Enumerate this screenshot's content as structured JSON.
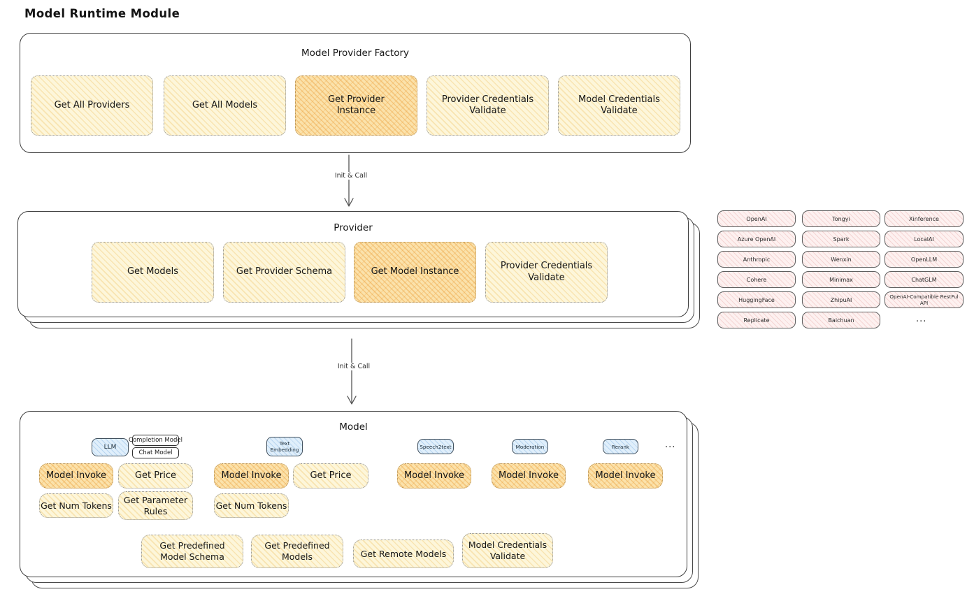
{
  "page": {
    "title": "Model Runtime Module"
  },
  "arrows": {
    "init_call_1": "Init & Call",
    "init_call_2": "Init & Call"
  },
  "factory": {
    "label": "Model Provider Factory",
    "buttons": [
      {
        "label": "Get All Providers",
        "highlight": false
      },
      {
        "label": "Get All Models",
        "highlight": false
      },
      {
        "label": "Get Provider Instance",
        "highlight": true
      },
      {
        "label": "Provider Credentials Validate",
        "highlight": false
      },
      {
        "label": "Model Credentials Validate",
        "highlight": false
      }
    ]
  },
  "provider": {
    "label": "Provider",
    "buttons": [
      {
        "label": "Get Models",
        "highlight": false
      },
      {
        "label": "Get Provider Schema",
        "highlight": false
      },
      {
        "label": "Get Model Instance",
        "highlight": true
      },
      {
        "label": "Provider Credentials Validate",
        "highlight": false
      }
    ]
  },
  "provider_list": {
    "items": [
      "OpenAI",
      "Tongyi",
      "Xinference",
      "Azure OpenAI",
      "Spark",
      "LocalAI",
      "Anthropic",
      "Wenxin",
      "OpenLLM",
      "Cohere",
      "Minimax",
      "ChatGLM",
      "HuggingFace",
      "ZhipuAI",
      "OpenAI-Compatible RestFul API",
      "Replicate",
      "Baichuan"
    ],
    "more": "..."
  },
  "model": {
    "label": "Model",
    "types": {
      "llm": "LLM",
      "completion": "Completion Model",
      "chat": "Chat Model",
      "text_embedding": "Text Embedding",
      "speech2text": "Speech2text",
      "moderation": "Moderation",
      "rerank": "Rerank",
      "more": "..."
    },
    "buttons": {
      "model_invoke": "Model Invoke",
      "get_price": "Get Price",
      "get_num_tokens": "Get Num Tokens",
      "get_parameter_rules": "Get Parameter Rules",
      "get_predefined_model_schema": "Get Predefined Model Schema",
      "get_predefined_models": "Get Predefined Models",
      "get_remote_models": "Get Remote Models",
      "model_credentials_validate": "Model Credentials Validate"
    }
  },
  "colors": {
    "highlight_fill": "#f9d488",
    "yellow_fill": "#fdf3d0",
    "blue_fill": "#dcedfb",
    "pink_fill": "#fdf0f0",
    "card_border": "#3d3d3d"
  }
}
